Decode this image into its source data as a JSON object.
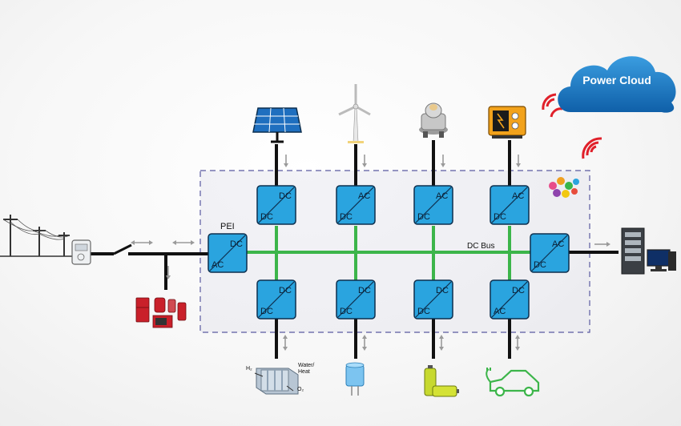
{
  "cloud": {
    "label": "Power Cloud",
    "color": "#1d7fc4"
  },
  "pei": {
    "label": "PEI",
    "top": "DC",
    "bottom": "AC"
  },
  "bus": {
    "label": "DC Bus",
    "color": "#3cb54a"
  },
  "converters": {
    "solar": {
      "top": "DC",
      "bottom": "DC"
    },
    "wind": {
      "top": "AC",
      "bottom": "DC"
    },
    "turbine": {
      "top": "AC",
      "bottom": "DC"
    },
    "genset": {
      "top": "AC",
      "bottom": "DC"
    },
    "fuelcell": {
      "top": "DC",
      "bottom": "DC"
    },
    "capacitor": {
      "top": "DC",
      "bottom": "DC"
    },
    "battery": {
      "top": "DC",
      "bottom": "DC"
    },
    "ev": {
      "top": "DC",
      "bottom": "AC"
    },
    "load": {
      "top": "AC",
      "bottom": "DC"
    }
  },
  "fuelcell": {
    "h2": "H₂",
    "water": "Water/",
    "heat": "Heat",
    "o2": "O₂"
  },
  "icons": [
    "utility-pole-icon",
    "meter-icon",
    "switch-icon",
    "appliances-icon",
    "solar-panel-icon",
    "wind-turbine-icon",
    "micro-turbine-icon",
    "generator-icon",
    "fuel-cell-icon",
    "capacitor-icon",
    "battery-icon",
    "ev-car-icon",
    "server-icon",
    "computer-icon",
    "gears-icon",
    "wifi-signal-icon",
    "cloud-icon"
  ],
  "colors": {
    "converter": "#2aa4df",
    "boundary": "#5a5aa0"
  }
}
